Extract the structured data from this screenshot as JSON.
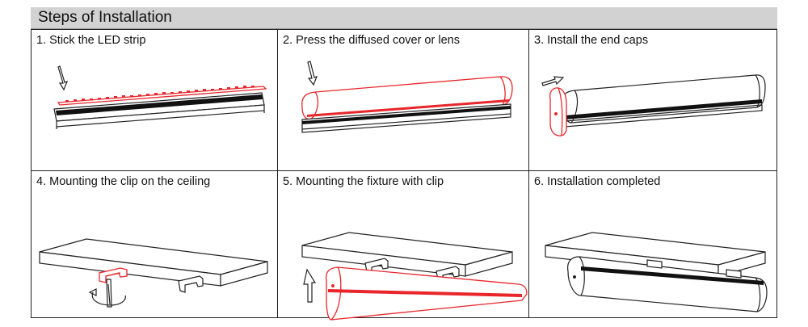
{
  "header": {
    "title": "Steps of Installation"
  },
  "steps": [
    {
      "caption": "1. Stick the LED strip"
    },
    {
      "caption": "2. Press the diffused cover or lens"
    },
    {
      "caption": "3. Install the end caps"
    },
    {
      "caption": "4. Mounting the clip on the ceiling"
    },
    {
      "caption": "5.  Mounting the fixture with clip"
    },
    {
      "caption": "6. Installation completed"
    }
  ],
  "colors": {
    "header_bg": "#d2d2d2",
    "accent_red": "#e8262b",
    "line": "#222222"
  }
}
